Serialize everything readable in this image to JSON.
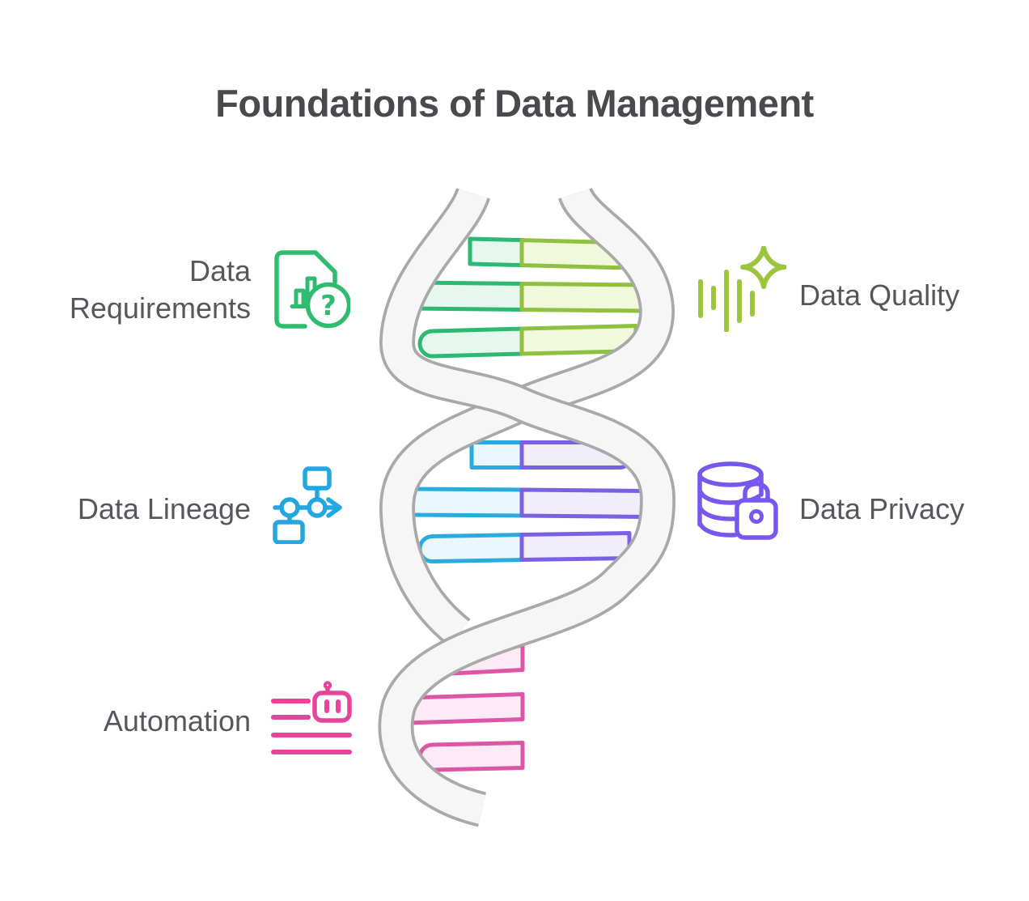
{
  "title": "Foundations of Data Management",
  "items": [
    {
      "label": "Data Requirements",
      "icon": "document-chart-question-icon",
      "side": "left"
    },
    {
      "label": "Data Quality",
      "icon": "sparkle-bars-icon",
      "side": "right"
    },
    {
      "label": "Data Lineage",
      "icon": "flowchart-nodes-icon",
      "side": "left"
    },
    {
      "label": "Data Privacy",
      "icon": "database-lock-icon",
      "side": "right"
    },
    {
      "label": "Automation",
      "icon": "robot-list-icon",
      "side": "left"
    }
  ],
  "colors": {
    "title_text": "#4a4a4e",
    "label_text": "#57565c",
    "strand_fill": "#f6f6f6",
    "strand_edge": "#a9a9a9",
    "emerald": "#2db873",
    "emerald_fill": "#e6f8ee",
    "lime": "#8fc03f",
    "lime_fill": "#f2f8dc",
    "cyan": "#2aabdf",
    "cyan_fill": "#eaf7fd",
    "violet": "#7a60e2",
    "violet_fill": "#f1eefb",
    "pink": "#dc56a5",
    "pink_fill": "#fdeaf6",
    "icon_green": "#2fbc71",
    "icon_lime": "#9cc53d",
    "icon_blue": "#23a7e0",
    "icon_violet": "#7857ee",
    "icon_pink": "#e8459a"
  }
}
